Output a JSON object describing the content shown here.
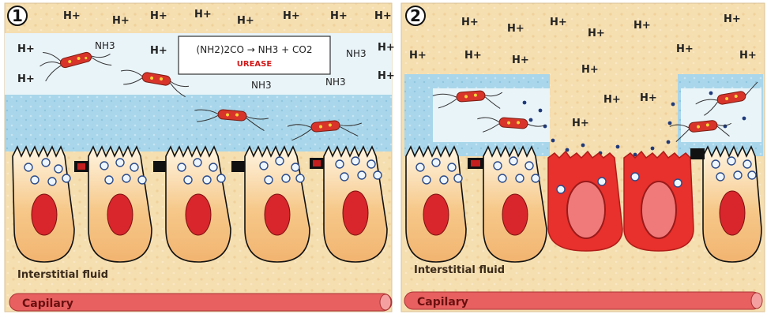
{
  "panel1": {
    "number": "1",
    "hplus": "H+",
    "nh3": "NH3",
    "equation": "(NH2)2CO → NH3 + CO2",
    "enzyme": "UREASE",
    "interstitial_label": "Interstitial fluid",
    "capillary_label": "Capilary"
  },
  "panel2": {
    "number": "2",
    "hplus": "H+",
    "interstitial_label": "Interstitial fluid",
    "capillary_label": "Capilary"
  },
  "colors": {
    "background": "#f5deb0",
    "mucus": "#a9d6ea",
    "cell": "#f6c889",
    "nucleus": "#d8262c",
    "damaged_cell": "#e8302c",
    "capillary": "#e86060",
    "junction": "#111111"
  },
  "icons": [
    "bacterium-icon",
    "vesicle-icon",
    "tight-junction-icon"
  ]
}
